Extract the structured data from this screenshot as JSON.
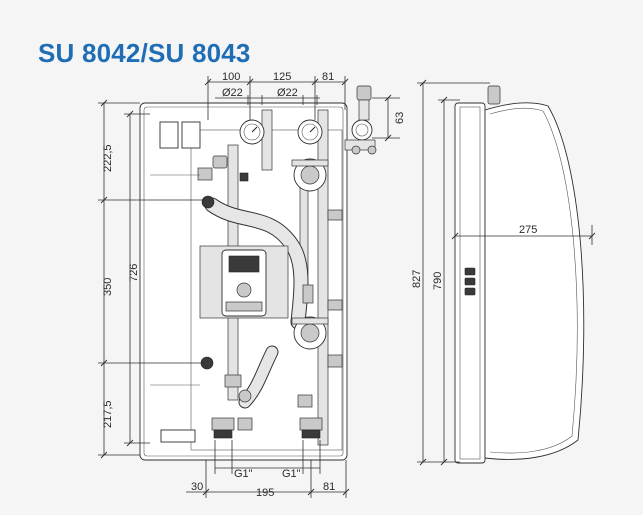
{
  "title": "SU 8042/SU 8043",
  "dimensions": {
    "top_width_1": "100",
    "top_width_2": "125",
    "top_width_3": "81",
    "pipe_dia_1": "Ø22",
    "pipe_dia_2": "Ø22",
    "top_height": "63",
    "left_upper_height": "222,5",
    "left_mid_height": "350",
    "left_inner_height": "726",
    "left_lower_height": "217,5",
    "bottom_conn_1": "G1\"",
    "bottom_conn_2": "G1\"",
    "bottom_width_1": "30",
    "bottom_width_2": "195",
    "bottom_width_3": "81",
    "side_outer_height": "827",
    "side_inner_height": "790",
    "side_depth": "275"
  },
  "colors": {
    "title": "#1f6db5",
    "background": "#f5f5f6"
  }
}
